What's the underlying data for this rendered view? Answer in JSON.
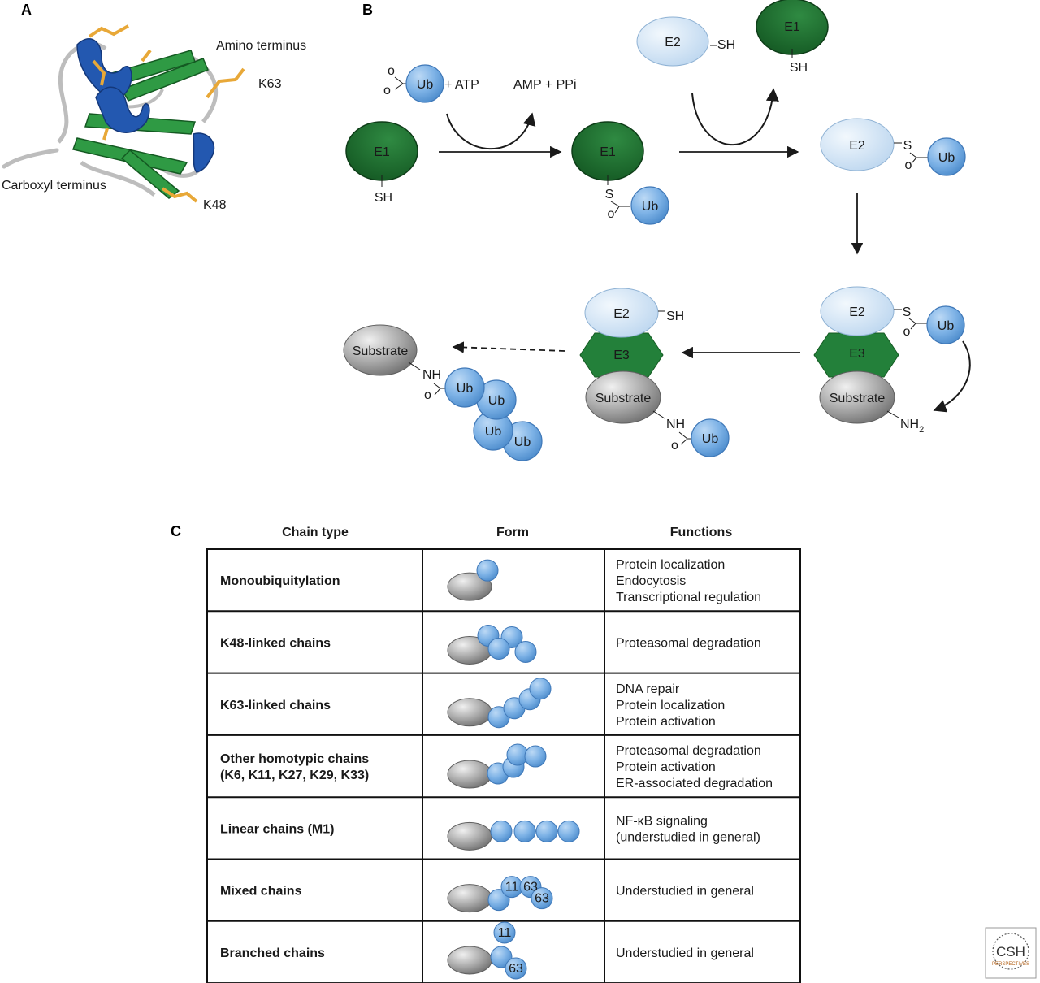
{
  "colors": {
    "e1": "#1e6b2e",
    "e2": "#cfe3f5",
    "e3": "#23803a",
    "ub": "#6fa8e0",
    "substrate": "#9a9a9a",
    "helix": "#2358b0",
    "strand": "#2f9a44",
    "sidechain": "#e8a838",
    "loop": "#b9b9b9"
  },
  "panels": {
    "a": "A",
    "b": "B",
    "c": "C"
  },
  "panel_a": {
    "amino_terminus": "Amino terminus",
    "carboxyl_terminus": "Carboxyl terminus",
    "k63": "K63",
    "k48": "K48"
  },
  "panel_b": {
    "e1": "E1",
    "e2": "E2",
    "e3": "E3",
    "ub": "Ub",
    "substrate": "Substrate",
    "sh": "SH",
    "dash_sh": "–SH",
    "s": "S",
    "o": "o",
    "nh": "NH",
    "nh2_main": "NH",
    "nh2_sub": "2",
    "plus_atp": "+ ATP",
    "amp_ppi": "AMP + PPi"
  },
  "panel_c": {
    "headers": {
      "chain_type": "Chain type",
      "form": "Form",
      "functions": "Functions"
    },
    "rows": [
      {
        "chain_type": [
          "Monoubiquitylation"
        ],
        "functions": [
          "Protein localization",
          "Endocytosis",
          "Transcriptional regulation"
        ],
        "form_labels": []
      },
      {
        "chain_type": [
          "K48-linked chains"
        ],
        "functions": [
          "Proteasomal degradation"
        ],
        "form_labels": []
      },
      {
        "chain_type": [
          "K63-linked chains"
        ],
        "functions": [
          "DNA repair",
          "Protein localization",
          "Protein activation"
        ],
        "form_labels": []
      },
      {
        "chain_type": [
          "Other homotypic chains",
          "(K6, K11, K27, K29, K33)"
        ],
        "functions": [
          "Proteasomal degradation",
          "Protein activation",
          "ER-associated degradation"
        ],
        "form_labels": []
      },
      {
        "chain_type": [
          "Linear chains (M1)"
        ],
        "functions": [
          "NF-κB signaling",
          "(understudied in general)"
        ],
        "form_labels": []
      },
      {
        "chain_type": [
          "Mixed chains"
        ],
        "functions": [
          "Understudied in general"
        ],
        "form_labels": [
          "11",
          "63",
          "63"
        ]
      },
      {
        "chain_type": [
          "Branched chains"
        ],
        "functions": [
          "Understudied in general"
        ],
        "form_labels": [
          "11",
          "63"
        ]
      }
    ]
  },
  "logo": {
    "text": "CSH",
    "subtext": "PERSPECTIVES"
  }
}
